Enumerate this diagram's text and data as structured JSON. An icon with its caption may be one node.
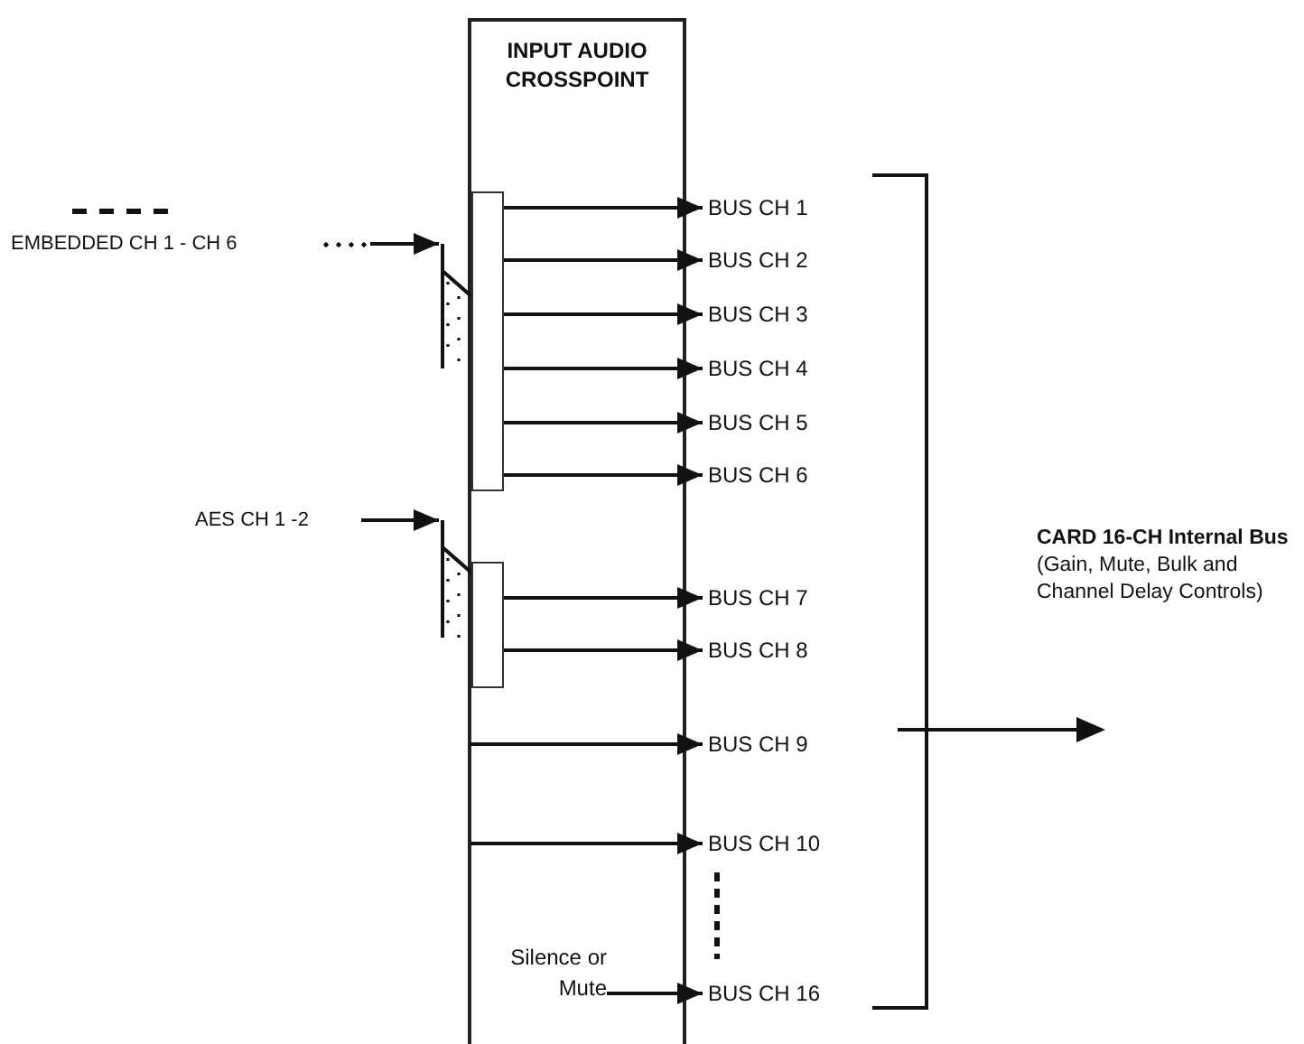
{
  "diagram": {
    "nodes": [
      {
        "text": [
          "INPUT AUDIO CROSSPOINT"
        ]
      },
      {
        "text": [
          "EMBEDDED CH 1 - CH 6"
        ]
      },
      {
        "text": [
          "AES CH 1 -2"
        ]
      },
      {
        "text": [
          "Silence or Mute"
        ],
        "in": 0
      },
      {
        "text": [],
        "shape": "box",
        "in": 0
      },
      {
        "text": [],
        "shape": "box",
        "in": 0
      },
      {
        "text": [
          "BUS CH 1"
        ]
      },
      {
        "text": [
          "BUS CH 2"
        ]
      },
      {
        "text": [
          "BUS CH 3"
        ]
      },
      {
        "text": [
          "BUS CH 4"
        ]
      },
      {
        "text": [
          "BUS CH 5"
        ]
      },
      {
        "text": [
          "BUS CH 6"
        ]
      },
      {
        "text": [
          "BUS CH 7"
        ]
      },
      {
        "text": [
          "BUS CH 8"
        ]
      },
      {
        "text": [
          "BUS CH 9"
        ]
      },
      {
        "text": [
          "BUS CH 10"
        ]
      },
      {
        "text": [
          "BUS CH 16"
        ]
      },
      {
        "text": [
          "CARD 16-CH Internal Bus",
          "(Gain, Mute, Bulk and Channel Delay Controls)"
        ]
      },
      {
        "text": [],
        "shape": "switch"
      },
      {
        "text": [],
        "shape": "switch"
      }
    ],
    "edges": [
      {
        "from": 1,
        "to": 18,
        "arrow": "to"
      },
      {
        "from": 2,
        "to": 19,
        "arrow": "to"
      },
      {
        "from": 4,
        "to": 6,
        "arrow": "to"
      },
      {
        "from": 4,
        "to": 7,
        "arrow": "to"
      },
      {
        "from": 4,
        "to": 8,
        "arrow": "to"
      },
      {
        "from": 4,
        "to": 9,
        "arrow": "to"
      },
      {
        "from": 4,
        "to": 10,
        "arrow": "to"
      },
      {
        "from": 4,
        "to": 11,
        "arrow": "to"
      },
      {
        "from": 5,
        "to": 12,
        "arrow": "to"
      },
      {
        "from": 5,
        "to": 13,
        "arrow": "to"
      },
      {
        "from": 0,
        "to": 14,
        "arrow": "to"
      },
      {
        "from": 0,
        "to": 15,
        "arrow": "to"
      },
      {
        "from": 3,
        "to": 16,
        "arrow": "to"
      },
      {
        "from": 18,
        "to": 4,
        "arrow": "none"
      },
      {
        "from": 19,
        "to": 5,
        "arrow": "none"
      }
    ]
  }
}
